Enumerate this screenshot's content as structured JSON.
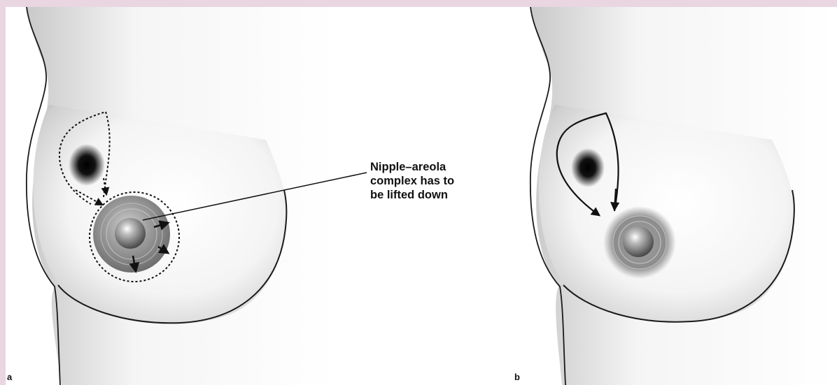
{
  "callout": {
    "lines": [
      "Nipple–areola",
      "complex has to",
      "be lifted down"
    ]
  },
  "panels": {
    "a": {
      "label": "a"
    },
    "b": {
      "label": "b"
    }
  },
  "colors": {
    "background_border": "#e9d6e0",
    "outline": "#1a1a1a",
    "areola": "#8a8a8a",
    "lesion": "#000000"
  }
}
